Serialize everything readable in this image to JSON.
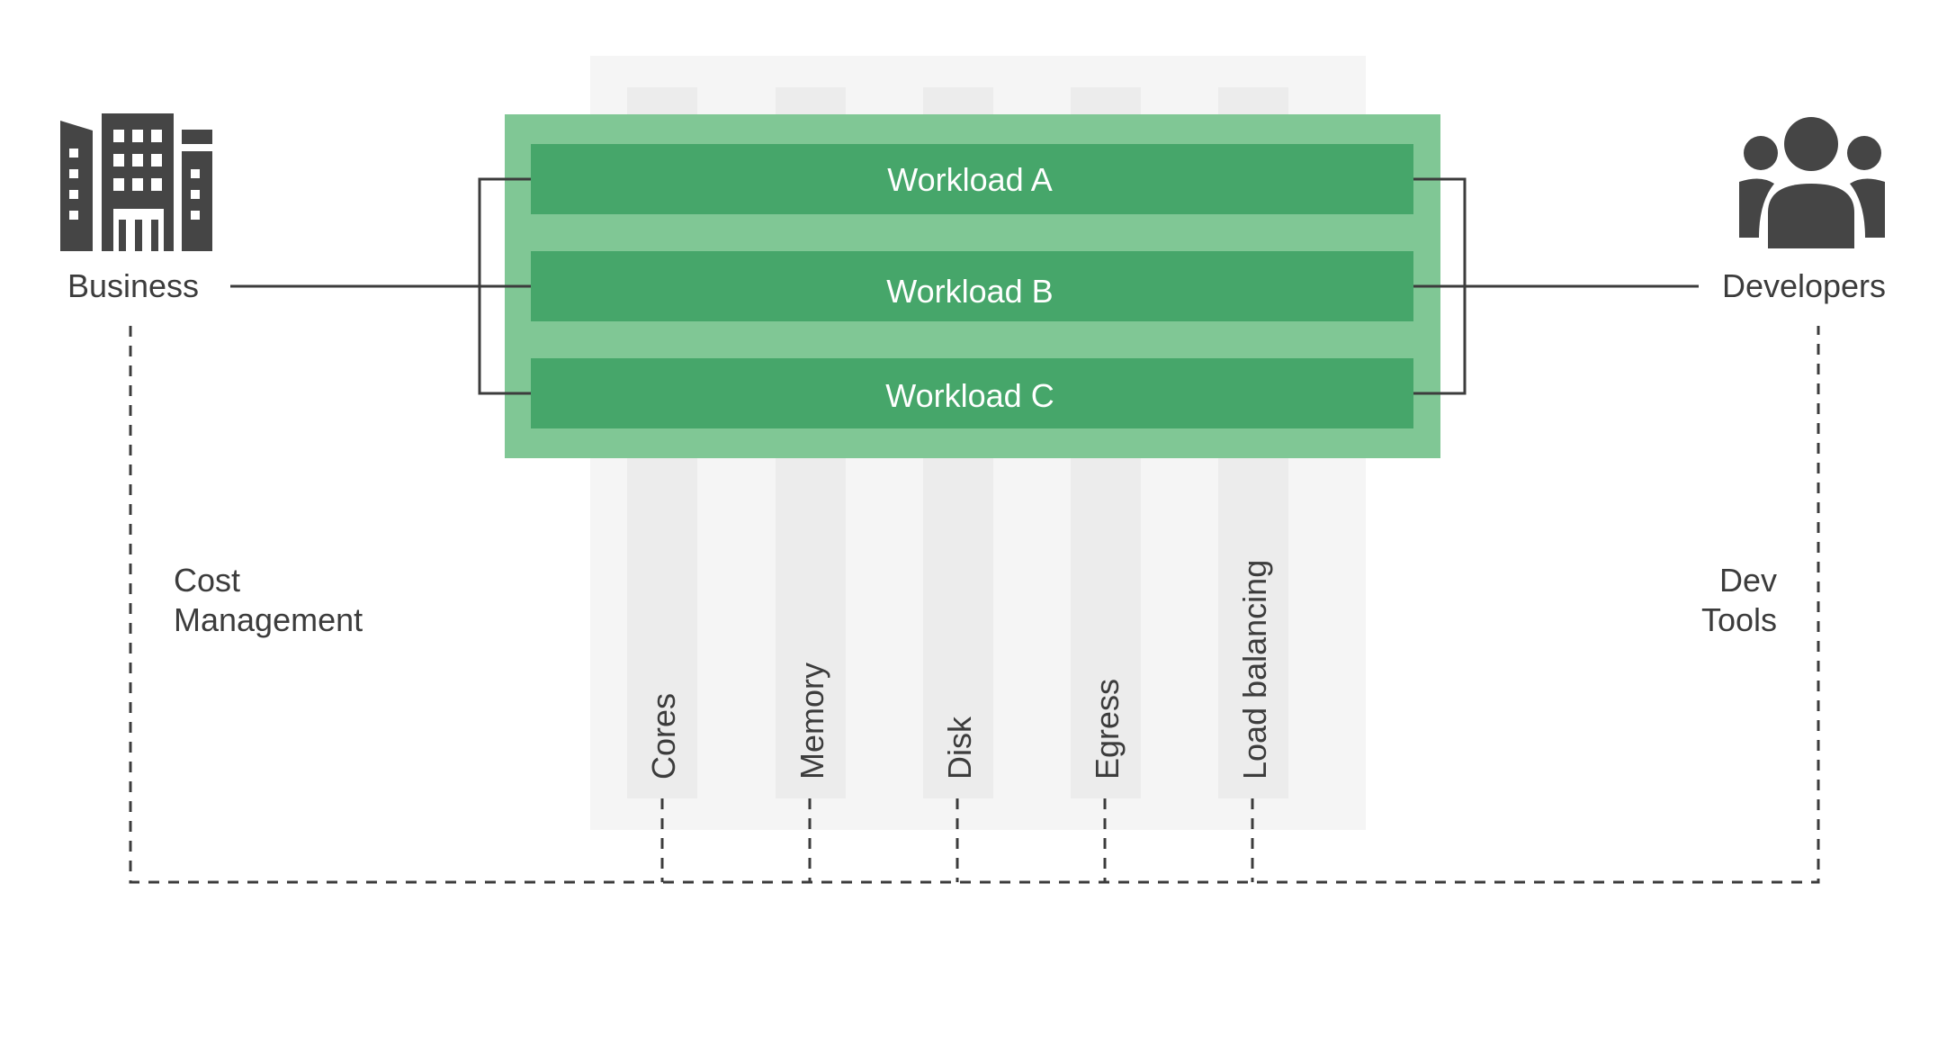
{
  "actors": {
    "business": {
      "label": "Business",
      "icon": "building-icon"
    },
    "developers": {
      "label": "Developers",
      "icon": "people-icon"
    }
  },
  "workloads": [
    {
      "label": "Workload A"
    },
    {
      "label": "Workload B"
    },
    {
      "label": "Workload C"
    }
  ],
  "resources": [
    {
      "label": "Cores"
    },
    {
      "label": "Memory"
    },
    {
      "label": "Disk"
    },
    {
      "label": "Egress"
    },
    {
      "label": "Load balancing"
    }
  ],
  "side_labels": {
    "cost_management": {
      "line1": "Cost",
      "line2": "Management"
    },
    "dev_tools": {
      "line1": "Dev",
      "line2": "Tools"
    }
  },
  "colors": {
    "workload_fill": "#46a66a",
    "cluster_fill": "#80c795",
    "panel_fill": "#f5f5f5",
    "column_fill": "#ececec",
    "icon": "#454545",
    "line": "#3c3c3c",
    "text": "#3c3c3c"
  }
}
